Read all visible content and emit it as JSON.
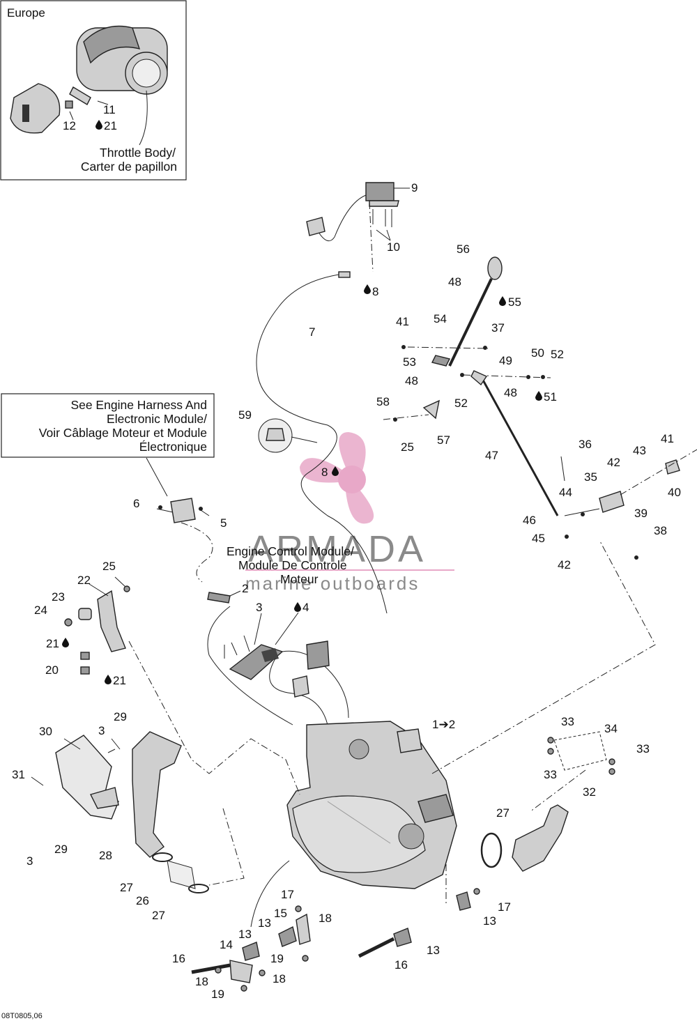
{
  "inset": {
    "region_label": "Europe",
    "caption_line1": "Throttle Body/",
    "caption_line2": "Carter de papillon"
  },
  "harness_box": {
    "line1": "See Engine Harness And",
    "line2": "Electronic Module/",
    "line3": "Voir Câblage Moteur et Module",
    "line4": "Électronique"
  },
  "ecm_label": {
    "line1": "Engine Control Module/",
    "line2": "Module De Controle",
    "line3": "Moteur"
  },
  "watermark": {
    "title": "ARMADA",
    "subtitle": "marine outboards"
  },
  "drawing_ref": "08T0805,06",
  "callouts": {
    "c1": "1➔2",
    "c2": "2",
    "c3a": "3",
    "c3b": "3",
    "c3c": "3",
    "c4": "4",
    "c5": "5",
    "c6": "6",
    "c7": "7",
    "c8a": "8",
    "c8b": "8",
    "c9": "9",
    "c10": "10",
    "c11": "11",
    "c12": "12",
    "c13a": "13",
    "c13b": "13",
    "c13c": "13",
    "c13d": "13",
    "c14": "14",
    "c15": "15",
    "c16a": "16",
    "c16b": "16",
    "c17a": "17",
    "c17b": "17",
    "c18a": "18",
    "c18b": "18",
    "c18c": "18",
    "c19a": "19",
    "c19b": "19",
    "c20": "20",
    "c21a": "21",
    "c21b": "21",
    "c21c": "21",
    "c22": "22",
    "c23": "23",
    "c24": "24",
    "c25a": "25",
    "c25b": "25",
    "c26": "26",
    "c27a": "27",
    "c27b": "27",
    "c27c": "27",
    "c28": "28",
    "c29a": "29",
    "c29b": "29",
    "c30": "30",
    "c31": "31",
    "c32": "32",
    "c33a": "33",
    "c33b": "33",
    "c33c": "33",
    "c34": "34",
    "c35": "35",
    "c36": "36",
    "c37": "37",
    "c38": "38",
    "c39": "39",
    "c40": "40",
    "c41a": "41",
    "c41b": "41",
    "c42a": "42",
    "c42b": "42",
    "c43": "43",
    "c44": "44",
    "c45": "45",
    "c46": "46",
    "c47": "47",
    "c48a": "48",
    "c48b": "48",
    "c48c": "48",
    "c49": "49",
    "c50": "50",
    "c51": "51",
    "c52a": "52",
    "c52b": "52",
    "c53": "53",
    "c54": "54",
    "c55": "55",
    "c56": "56",
    "c57": "57",
    "c58": "58",
    "c59": "59"
  },
  "colors": {
    "watermark_pink": "#e8a8c8",
    "watermark_gray": "#8a8a8a",
    "part_fill": "#cfcfcf",
    "line": "#222222"
  }
}
